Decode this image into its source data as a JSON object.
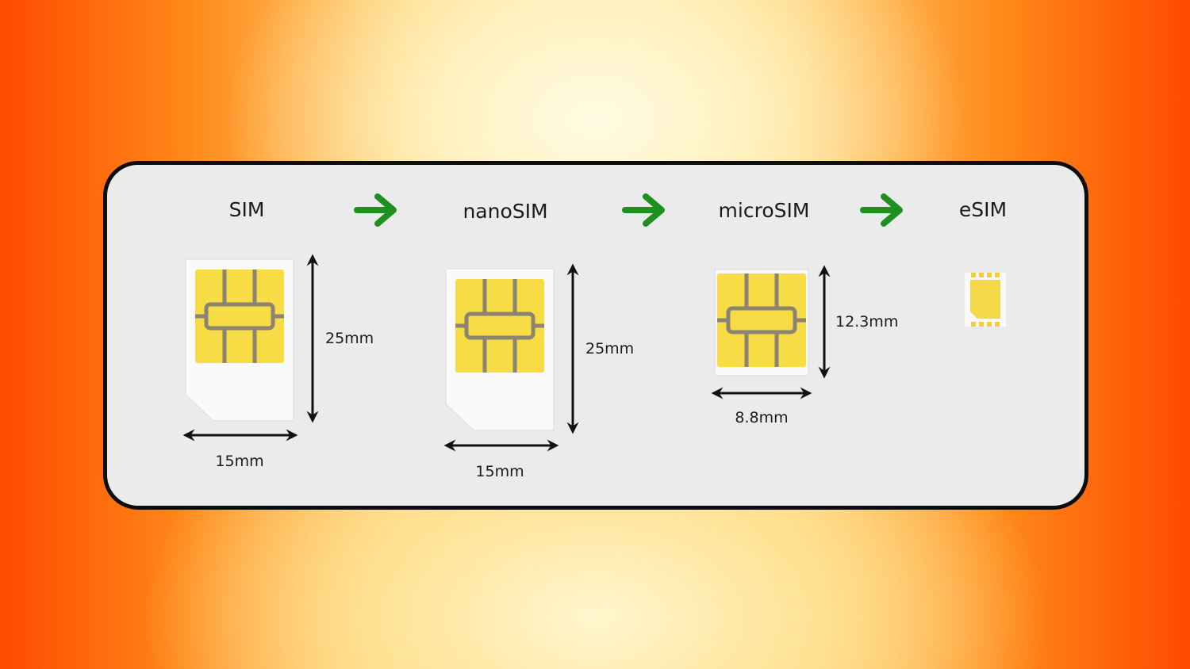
{
  "steps": [
    {
      "label": "SIM",
      "height_label": "25mm",
      "width_label": "15mm"
    },
    {
      "label": "nanoSIM",
      "height_label": "25mm",
      "width_label": "15mm"
    },
    {
      "label": "microSIM",
      "height_label": "12.3mm",
      "width_label": "8.8mm"
    },
    {
      "label": "eSIM"
    }
  ],
  "colors": {
    "panel": "#ebebeb",
    "border": "#0d0d0d",
    "arrow": "#1f8f1f",
    "chip": "#f7dc45",
    "chip_lines": "#8c8472",
    "card": "#fafafa"
  },
  "icons": [
    "right-arrow-icon",
    "sim-card-icon",
    "chip-icon",
    "double-arrow-icon"
  ]
}
